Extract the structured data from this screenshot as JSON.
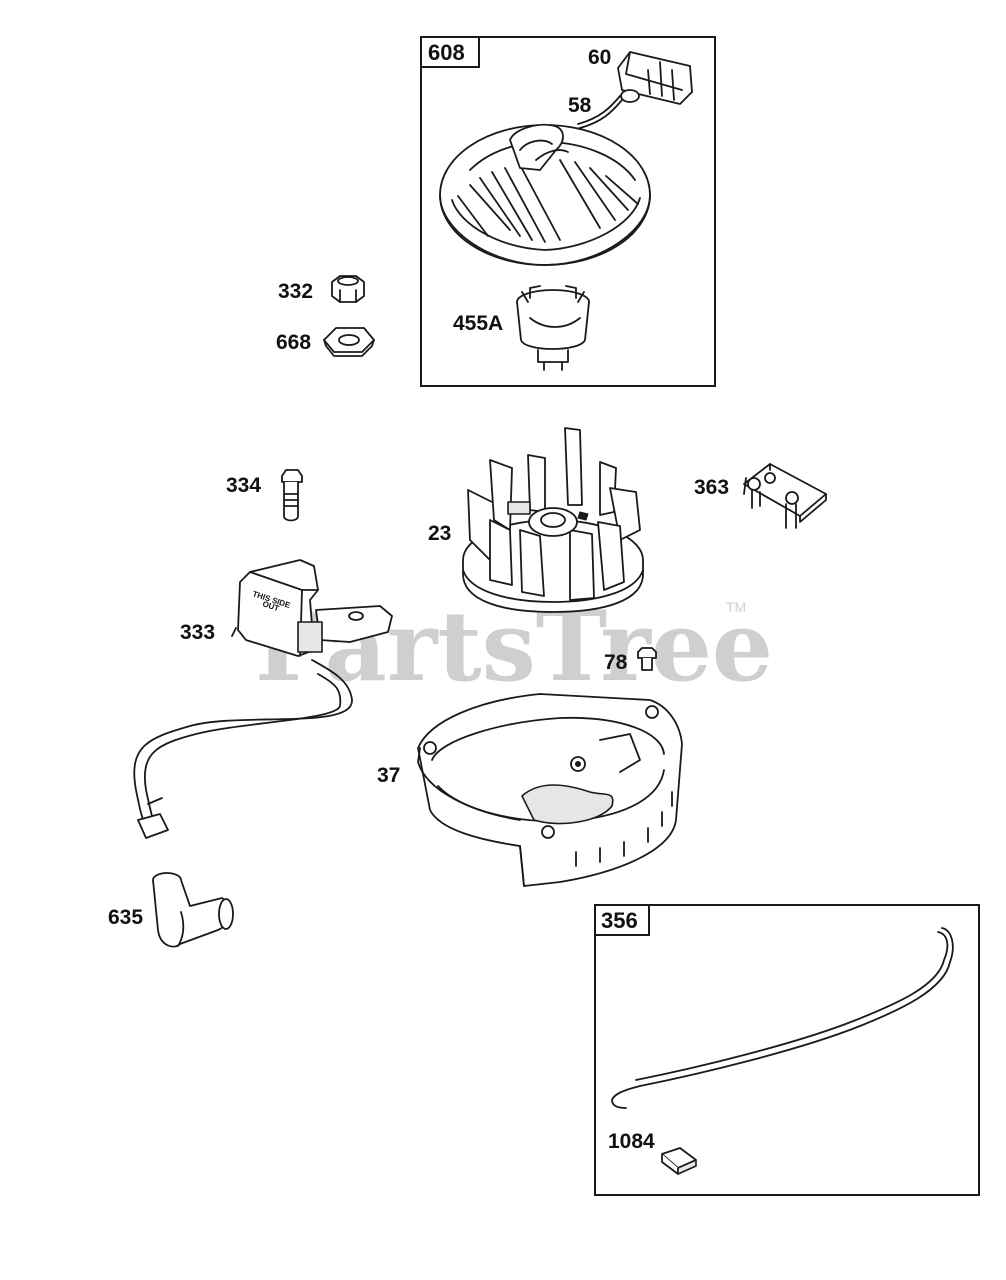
{
  "watermark": {
    "text": "PartsTree",
    "tm": "TM"
  },
  "kits": [
    {
      "id": "kit-608",
      "label": "608"
    },
    {
      "id": "kit-356",
      "label": "356"
    }
  ],
  "callouts": {
    "p60": "60",
    "p58": "58",
    "p332": "332",
    "p668": "668",
    "p455A": "455A",
    "p334": "334",
    "p23": "23",
    "p363": "363",
    "p333": "333",
    "p78": "78",
    "p37": "37",
    "p635": "635",
    "p1084": "1084"
  },
  "coil_text": {
    "line1": "THIS SIDE",
    "line2": "OUT"
  }
}
